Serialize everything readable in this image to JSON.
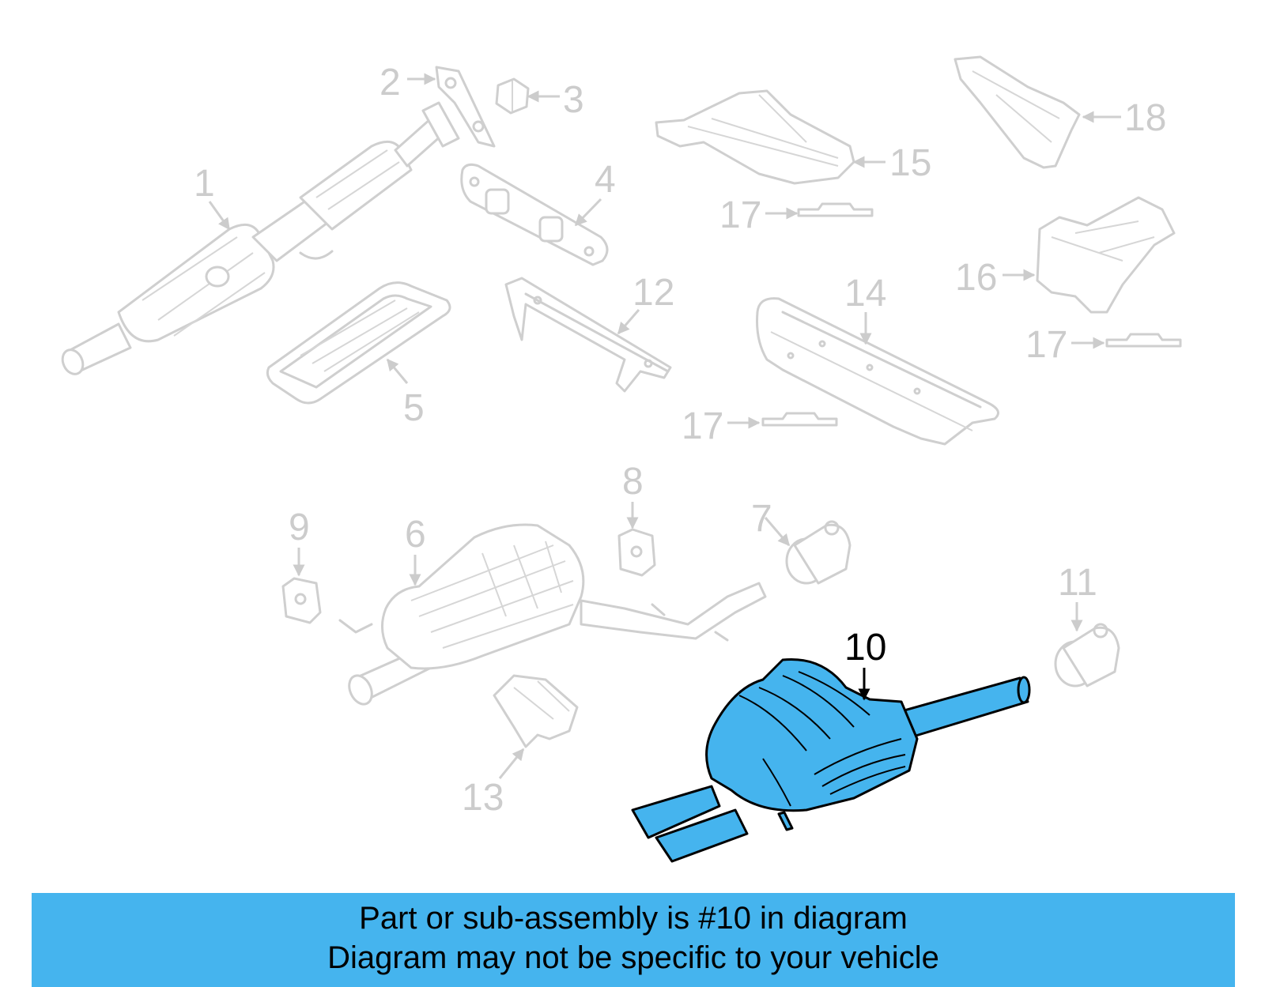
{
  "diagram": {
    "highlight_color": "#45b4ee",
    "highlighted_part": "10",
    "callouts": [
      {
        "label": "1"
      },
      {
        "label": "2"
      },
      {
        "label": "3"
      },
      {
        "label": "4"
      },
      {
        "label": "5"
      },
      {
        "label": "6"
      },
      {
        "label": "7"
      },
      {
        "label": "8"
      },
      {
        "label": "9"
      },
      {
        "label": "10"
      },
      {
        "label": "11"
      },
      {
        "label": "12"
      },
      {
        "label": "13"
      },
      {
        "label": "14"
      },
      {
        "label": "15"
      },
      {
        "label": "16"
      },
      {
        "label": "17"
      },
      {
        "label": "17"
      },
      {
        "label": "17"
      },
      {
        "label": "18"
      }
    ]
  },
  "banner": {
    "line1": "Part or sub-assembly is #10 in diagram",
    "line2": "Diagram may not be specific to your vehicle"
  }
}
